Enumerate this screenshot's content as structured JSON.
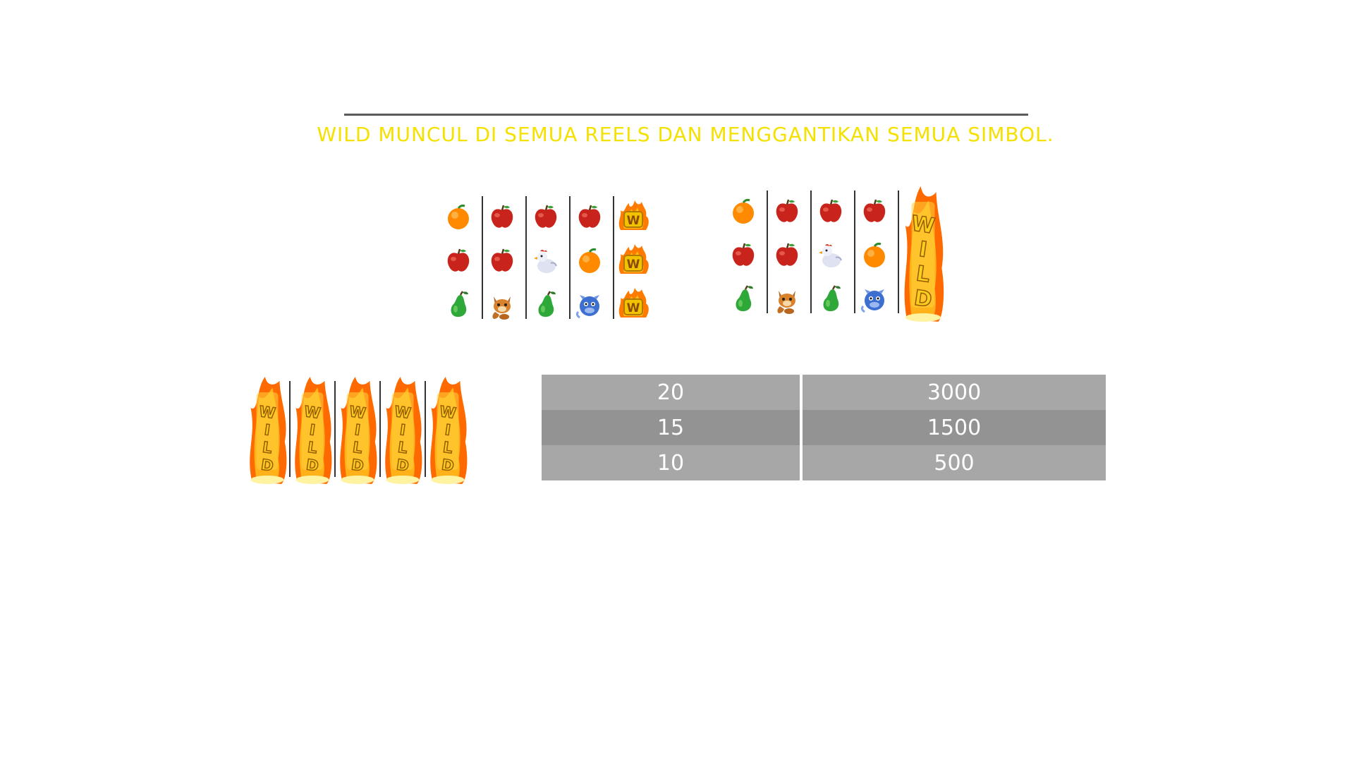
{
  "headline": "WILD MUNCUL DI SEMUA REELS DAN MENGGANTIKAN SEMUA SIMBOL.",
  "wild_text": "WILD",
  "wild_letter": "W",
  "example_left": {
    "reels": [
      [
        "orange",
        "apple",
        "pear"
      ],
      [
        "apple",
        "apple",
        "fox"
      ],
      [
        "apple",
        "chicken",
        "pear"
      ],
      [
        "apple",
        "orange",
        "dragon"
      ],
      [
        "wild-w",
        "wild-w",
        "wild-w"
      ]
    ]
  },
  "example_right": {
    "reels": [
      [
        "orange",
        "apple",
        "pear"
      ],
      [
        "apple",
        "apple",
        "fox"
      ],
      [
        "apple",
        "chicken",
        "pear"
      ],
      [
        "apple",
        "orange",
        "dragon"
      ]
    ],
    "expanded_wild_reel": 5
  },
  "paytable_reels": 5,
  "paytable": [
    {
      "count": "20",
      "payout": "3000"
    },
    {
      "count": "15",
      "payout": "1500"
    },
    {
      "count": "10",
      "payout": "500"
    }
  ],
  "colors": {
    "headline": "#f5e100",
    "table_light": "#a7a7a7",
    "table_dark": "#939393",
    "flame": "#ff7a00",
    "gold": "#f2c200"
  }
}
